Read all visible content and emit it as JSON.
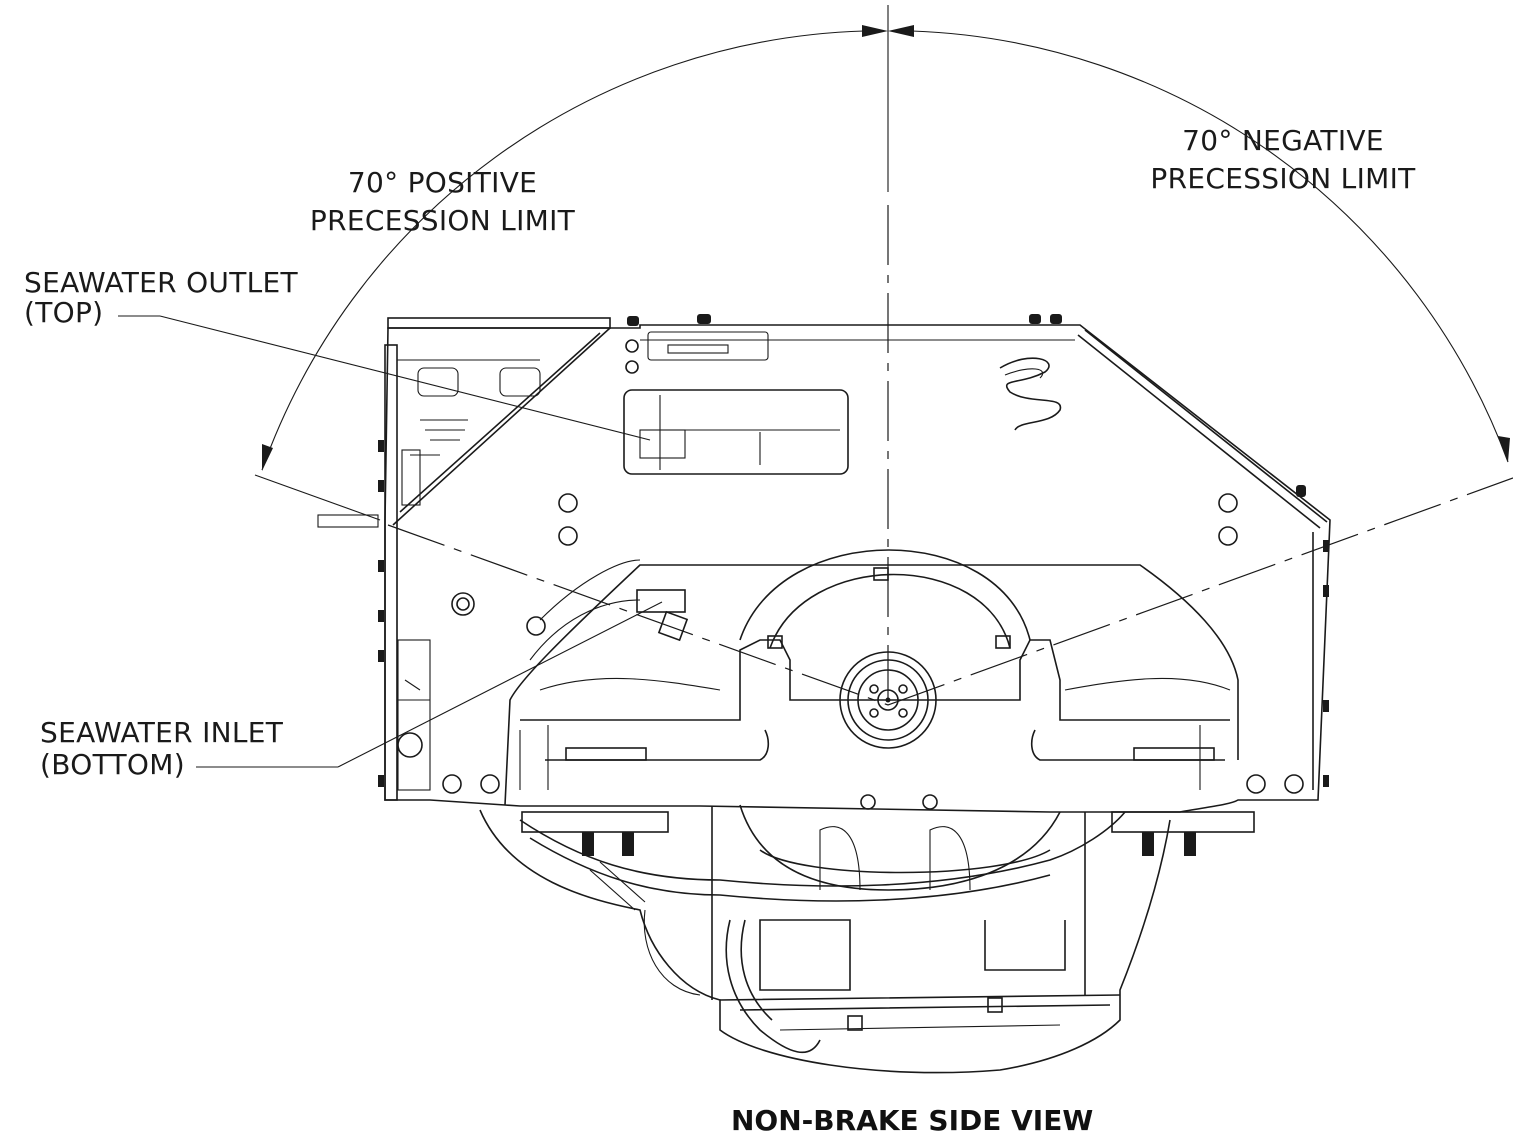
{
  "labels": {
    "positive_limit_line1": "70° POSITIVE",
    "positive_limit_line2": "PRECESSION LIMIT",
    "negative_limit_line1": "70° NEGATIVE",
    "negative_limit_line2": "PRECESSION LIMIT",
    "outlet_line1": "SEAWATER OUTLET",
    "outlet_line2": "(TOP)",
    "inlet_line1": "SEAWATER INLET",
    "inlet_line2": "(BOTTOM)"
  },
  "caption": "NON-BRAKE SIDE VIEW"
}
